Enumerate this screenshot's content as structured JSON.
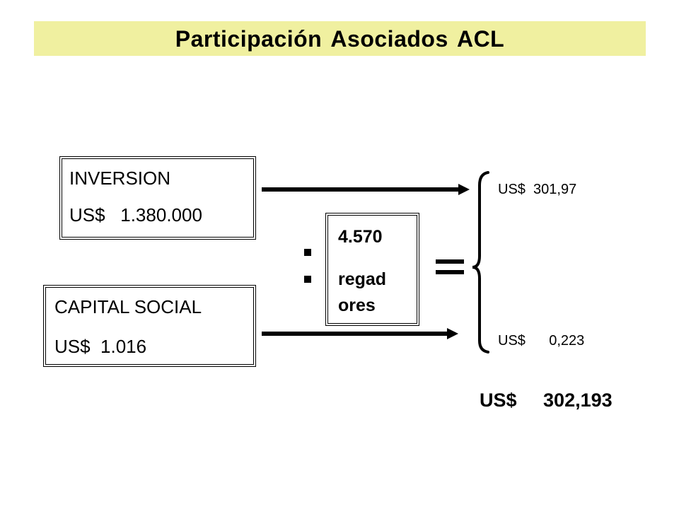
{
  "title": "Participación Asociados ACL",
  "inversion_box": {
    "label": "INVERSION",
    "value": "US$   1.380.000"
  },
  "capital_box": {
    "label": "CAPITAL SOCIAL",
    "value": "US$  1.016"
  },
  "regadores_box": {
    "count": "4.570",
    "label_line1": "regad",
    "label_line2": "ores"
  },
  "results": {
    "first": "US$  301,97",
    "second": "US$      0,223",
    "total": "US$     302,193"
  },
  "symbols": {
    "division": "division-icon",
    "equals": "equals-icon",
    "brace": "left-brace-icon",
    "arrows": "right-arrow-icon"
  },
  "colors": {
    "title_background": "#f0f0a0",
    "ink": "#000000"
  }
}
